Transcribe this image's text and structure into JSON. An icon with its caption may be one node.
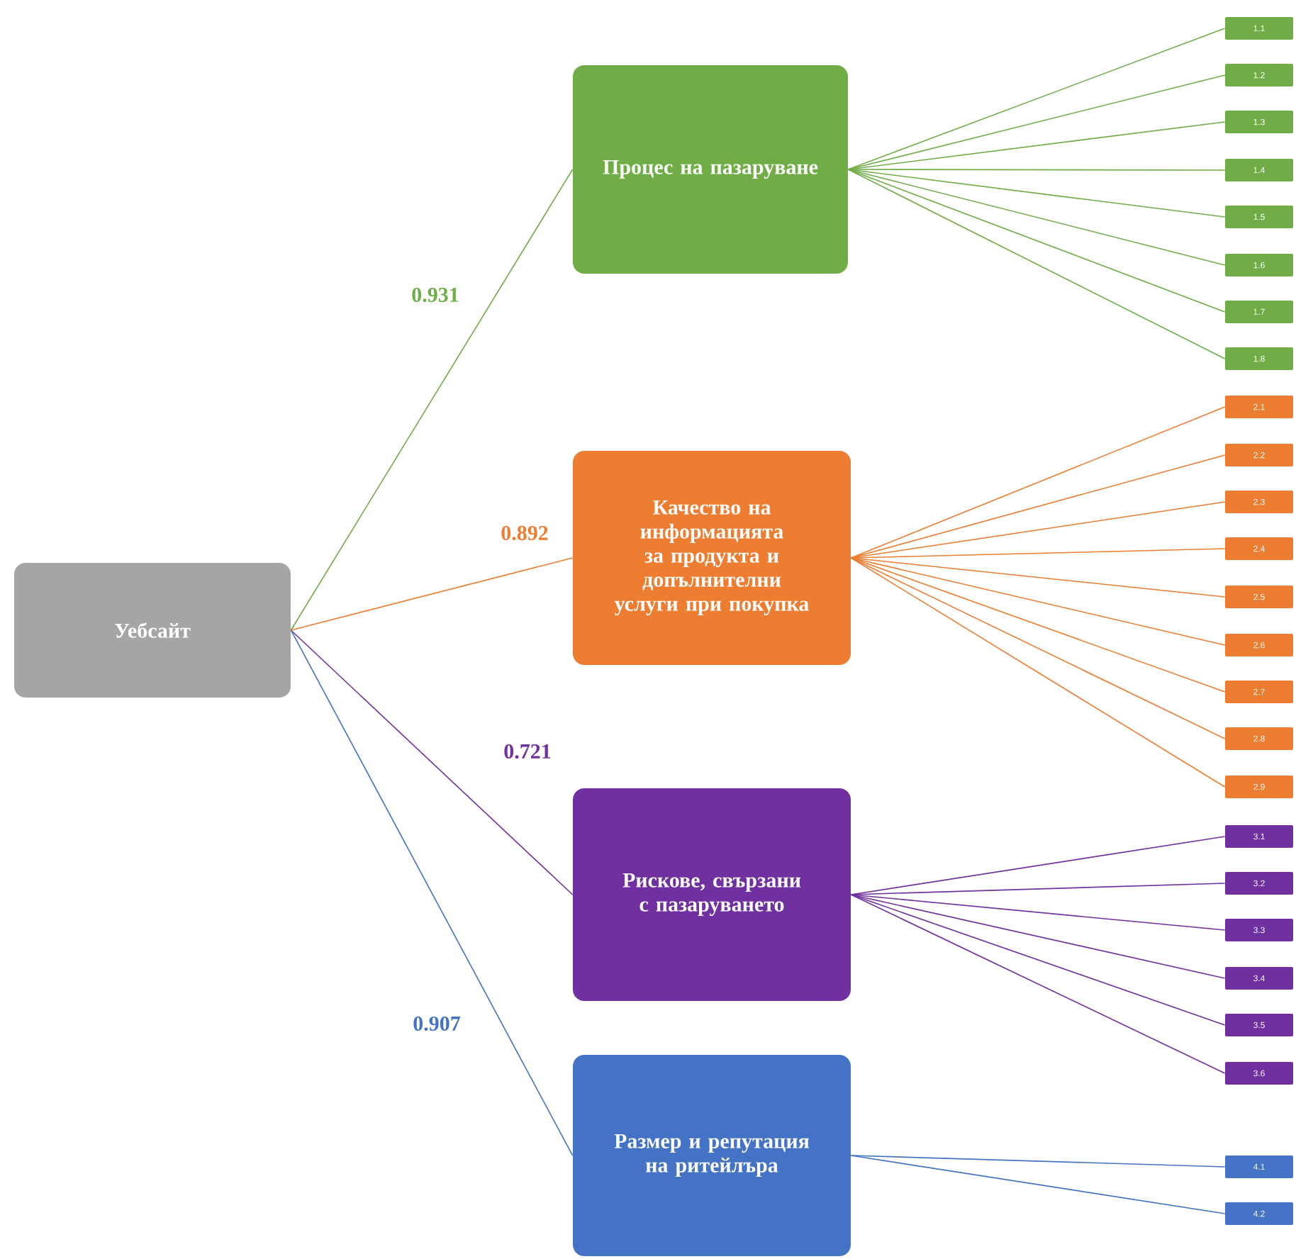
{
  "diagram": {
    "nodes": [
      {
        "text": [
          "Уебсайт"
        ]
      },
      {
        "text": [
          "Процес на пазаруване"
        ]
      },
      {
        "text": [
          "Качество на информацията за продукта и допълнителни услуги при покупка"
        ]
      },
      {
        "text": [
          "Рискове, свързани с пазаруването"
        ]
      },
      {
        "text": [
          "Размер и репутация на ритейлъра"
        ]
      },
      {
        "text": [
          "1.1"
        ]
      },
      {
        "text": [
          "1.2"
        ]
      },
      {
        "text": [
          "1.3"
        ]
      },
      {
        "text": [
          "1.4"
        ]
      },
      {
        "text": [
          "1.5"
        ]
      },
      {
        "text": [
          "1.6"
        ]
      },
      {
        "text": [
          "1.7"
        ]
      },
      {
        "text": [
          "1.8"
        ]
      },
      {
        "text": [
          "2.1"
        ]
      },
      {
        "text": [
          "2.2"
        ]
      },
      {
        "text": [
          "2.3"
        ]
      },
      {
        "text": [
          "2.4"
        ]
      },
      {
        "text": [
          "2.5"
        ]
      },
      {
        "text": [
          "2.6"
        ]
      },
      {
        "text": [
          "2.7"
        ]
      },
      {
        "text": [
          "2.8"
        ]
      },
      {
        "text": [
          "2.9"
        ]
      },
      {
        "text": [
          "3.1"
        ]
      },
      {
        "text": [
          "3.2"
        ]
      },
      {
        "text": [
          "3.3"
        ]
      },
      {
        "text": [
          "3.4"
        ]
      },
      {
        "text": [
          "3.5"
        ]
      },
      {
        "text": [
          "3.6"
        ]
      },
      {
        "text": [
          "4.1"
        ]
      },
      {
        "text": [
          "4.2"
        ]
      }
    ],
    "edges": [
      {
        "from": 0,
        "to": 1,
        "arrow": "none",
        "label": "0.931",
        "color": "#70ad47"
      },
      {
        "from": 0,
        "to": 2,
        "arrow": "none",
        "label": "0.892",
        "color": "#ed7d31"
      },
      {
        "from": 0,
        "to": 3,
        "arrow": "none",
        "label": "0.721",
        "color": "#7030a0"
      },
      {
        "from": 0,
        "to": 4,
        "arrow": "none",
        "label": "0.907",
        "color": "#4472c4"
      },
      {
        "from": 1,
        "to": 5,
        "arrow": "none",
        "color": "#70ad47"
      },
      {
        "from": 1,
        "to": 6,
        "arrow": "none",
        "color": "#70ad47"
      },
      {
        "from": 1,
        "to": 7,
        "arrow": "none",
        "color": "#70ad47"
      },
      {
        "from": 1,
        "to": 8,
        "arrow": "none",
        "color": "#70ad47"
      },
      {
        "from": 1,
        "to": 9,
        "arrow": "none",
        "color": "#70ad47"
      },
      {
        "from": 1,
        "to": 10,
        "arrow": "none",
        "color": "#70ad47"
      },
      {
        "from": 1,
        "to": 11,
        "arrow": "none",
        "color": "#70ad47"
      },
      {
        "from": 1,
        "to": 12,
        "arrow": "none",
        "color": "#70ad47"
      },
      {
        "from": 2,
        "to": 13,
        "arrow": "none",
        "color": "#ed7d31"
      },
      {
        "from": 2,
        "to": 14,
        "arrow": "none",
        "color": "#ed7d31"
      },
      {
        "from": 2,
        "to": 15,
        "arrow": "none",
        "color": "#ed7d31"
      },
      {
        "from": 2,
        "to": 16,
        "arrow": "none",
        "color": "#ed7d31"
      },
      {
        "from": 2,
        "to": 17,
        "arrow": "none",
        "color": "#ed7d31"
      },
      {
        "from": 2,
        "to": 18,
        "arrow": "none",
        "color": "#ed7d31"
      },
      {
        "from": 2,
        "to": 19,
        "arrow": "none",
        "color": "#ed7d31"
      },
      {
        "from": 2,
        "to": 20,
        "arrow": "none",
        "color": "#ed7d31"
      },
      {
        "from": 2,
        "to": 21,
        "arrow": "none",
        "color": "#ed7d31"
      },
      {
        "from": 3,
        "to": 22,
        "arrow": "none",
        "color": "#7030a0"
      },
      {
        "from": 3,
        "to": 23,
        "arrow": "none",
        "color": "#7030a0"
      },
      {
        "from": 3,
        "to": 24,
        "arrow": "none",
        "color": "#7030a0"
      },
      {
        "from": 3,
        "to": 25,
        "arrow": "none",
        "color": "#7030a0"
      },
      {
        "from": 3,
        "to": 26,
        "arrow": "none",
        "color": "#7030a0"
      },
      {
        "from": 3,
        "to": 27,
        "arrow": "none",
        "color": "#7030a0"
      },
      {
        "from": 4,
        "to": 28,
        "arrow": "none",
        "color": "#4472c4"
      },
      {
        "from": 4,
        "to": 29,
        "arrow": "none",
        "color": "#4472c4"
      }
    ]
  }
}
